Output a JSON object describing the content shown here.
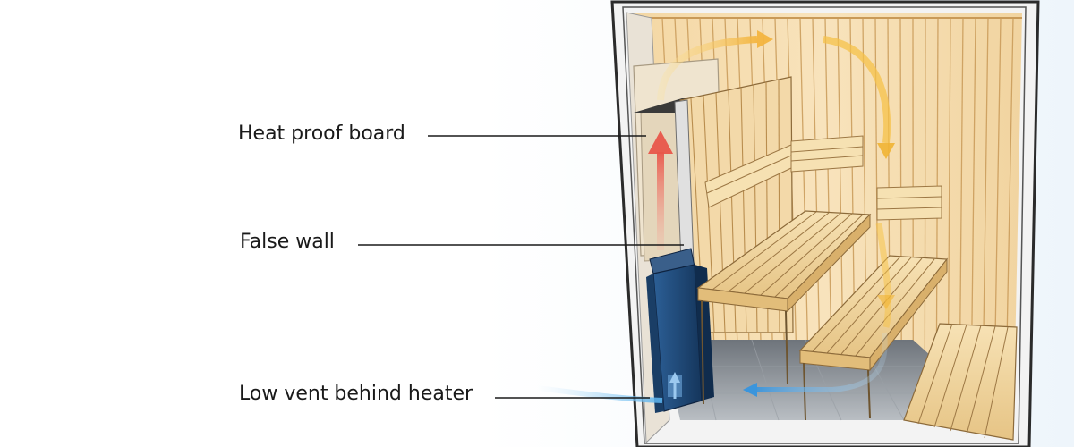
{
  "callouts": {
    "heat_proof_board": "Heat proof board",
    "false_wall": "False wall",
    "low_vent": "Low vent behind heater"
  },
  "colors": {
    "wood_light": "#f2d9a6",
    "wood_mid": "#e8c488",
    "wood_line": "#b98d4e",
    "heater_blue": "#1f4a7a",
    "floor_gray": "#8a8f95",
    "frame_dark": "#2b2b2b",
    "hot_air": "#f07a60",
    "warm_air": "#f6c24a",
    "cool_air": "#4aa3e6",
    "board": "#e9dcc4"
  }
}
